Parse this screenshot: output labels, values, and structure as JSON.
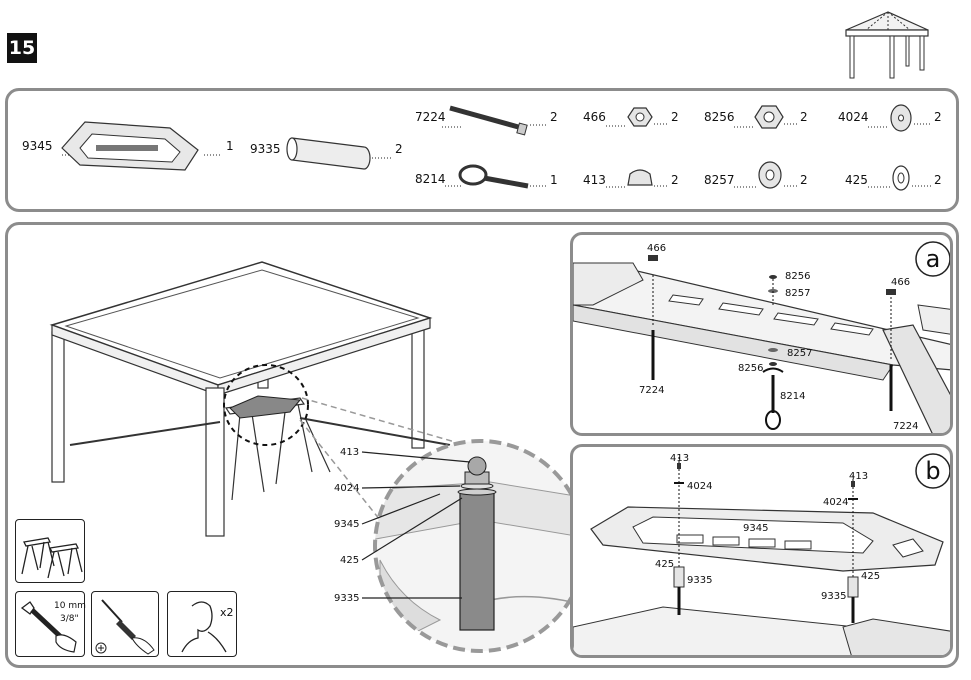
{
  "step": "15",
  "parts": [
    {
      "id": "9345",
      "qty": "1"
    },
    {
      "id": "9335",
      "qty": "2"
    },
    {
      "id": "7224",
      "qty": "2"
    },
    {
      "id": "8214",
      "qty": "1"
    },
    {
      "id": "466",
      "qty": "2"
    },
    {
      "id": "413",
      "qty": "2"
    },
    {
      "id": "8256",
      "qty": "2"
    },
    {
      "id": "8257",
      "qty": "2"
    },
    {
      "id": "4024",
      "qty": "2"
    },
    {
      "id": "425",
      "qty": "2"
    }
  ],
  "callout": {
    "l413": "413",
    "l4024": "4024",
    "l9345": "9345",
    "l425": "425",
    "l9335": "9335"
  },
  "detail_a": {
    "badge": "a",
    "l466a": "466",
    "l466b": "466",
    "l8256t": "8256",
    "l8257t": "8257",
    "l8257b": "8257",
    "l8256b": "8256",
    "l8214": "8214",
    "l7224a": "7224",
    "l7224b": "7224"
  },
  "detail_b": {
    "badge": "b",
    "l413a": "413",
    "l4024a": "4024",
    "l413b": "413",
    "l4024b": "4024",
    "l9345": "9345",
    "l425a": "425",
    "l9335a": "9335",
    "l425b": "425",
    "l9335b": "9335"
  },
  "tools": {
    "wrench_size": "10 mm",
    "wrench_inch": "3/8\"",
    "persons": "x2"
  }
}
